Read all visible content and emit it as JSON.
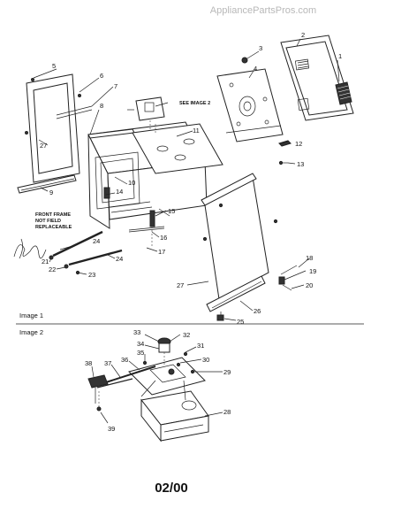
{
  "watermark": "AppliancePartsPros.com",
  "image1": {
    "section_label": "Image 1",
    "see_image_note": "SEE IMAGE 2",
    "front_frame_note": [
      "FRONT FRAME",
      "NOT FIELD",
      "REPLACEABLE"
    ],
    "callouts": [
      "1",
      "2",
      "3",
      "4",
      "5",
      "6",
      "7",
      "8",
      "9",
      "10",
      "11",
      "12",
      "13",
      "14",
      "15",
      "16",
      "17",
      "18",
      "19",
      "20",
      "21",
      "22",
      "23",
      "24",
      "24",
      "25",
      "26",
      "27",
      "27"
    ]
  },
  "image2": {
    "section_label": "Image 2",
    "callouts": [
      "28",
      "29",
      "30",
      "31",
      "32",
      "33",
      "34",
      "35",
      "36",
      "37",
      "38",
      "39"
    ]
  },
  "revision_code": "02/00"
}
